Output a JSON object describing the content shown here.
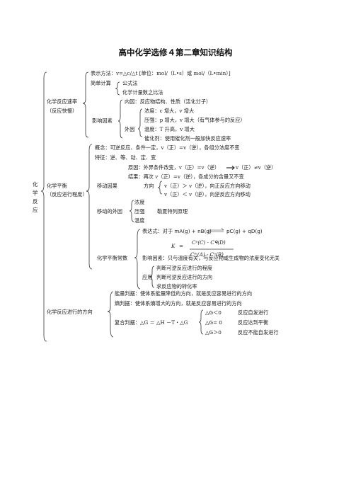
{
  "title": "高中化学选修４第二章知识结构",
  "root": [
    "化",
    "学",
    "反",
    "应"
  ],
  "rate": {
    "label": "化学反应速率",
    "sub": "（反应快慢）",
    "expression": "表示方法：v=△c/△t [单位：mol/（L•s）或 mol/（L•min）]",
    "simple_calc": "简单计算",
    "formula": "公式法",
    "ratio": "化学计量数之比法",
    "factors": "影响因素",
    "internal": "内因：反应物结构、性质（活化分子）",
    "external": "外因",
    "conc": "浓度：c 增大，v 增大",
    "pressure": "压强：p 增大，v 增大（有气体参与的反应）",
    "temp": "温度：T 升高，v 增大",
    "catalyst": "催化剂：使用催化剂一般加快反应速率"
  },
  "equilibrium": {
    "label": "化学平衡",
    "sub": "（反应进行程度）",
    "concept": "概念：可逆反应、条件一定，v（正）=v（逆），各组分浓度不变",
    "features": "特征：逆、等、动、定、变",
    "cause": "原因：外界条件改变，v（正）=v（逆）",
    "cause_result": "v（正）≠v（逆）",
    "result": "结果：再次 v（正）=v（逆），各成分的含量又不变",
    "shift_cause": "移动因果",
    "direction": "方向",
    "dir_fwd": "v（正）＞ v（逆），向正反应方向移动",
    "dir_rev": "v（正）＜ v（逆），向逆反应方向移动",
    "shift_ext": "移动的外因",
    "f_conc": "浓度",
    "f_pres": "压强",
    "f_temp": "温度",
    "lechatelier": "勒夏特列原理",
    "constant": "化学平衡常数",
    "k_expr": "表达式：对于 mA(g) + nB(g)",
    "k_prod": "pC(g) + qD(g)",
    "k_symbol": "K",
    "k_eq": "=",
    "k_num": "Cᵖ(C) · Cᑫ(D)",
    "k_den": "Cᵐ(A) · Cⁿ(B)",
    "k_influence": "影响因素：只与温度有关，与反应物或生成物的浓度变化无关",
    "application": "应用",
    "app1": "判断可逆反应进行的程度",
    "app2": "判断可逆反应进行的方向",
    "app3": "求反应物的转化率"
  },
  "direction": {
    "label": "化学反应进行的方向",
    "energy": "能量判据：使体系能量降低的方向，就是反应容易进行的方向",
    "entropy": "熵判据：使体系熵增大的方向，就是反应容易进行的方向",
    "combined": "复合判据：△G ＝ △H －T・△G",
    "g1": "△G＜0",
    "r1": "反应自发进行",
    "g2": "△G= 0",
    "r2": "反应达到平衡",
    "g3": "△G＞0",
    "r3": "反应不能自发进行"
  }
}
